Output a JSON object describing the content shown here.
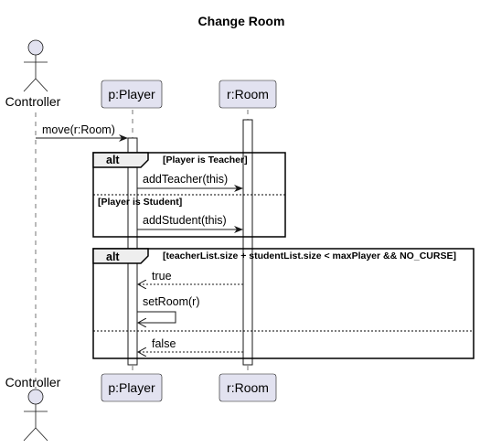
{
  "title": "Change Room",
  "participants": {
    "controller": "Controller",
    "player": "p:Player",
    "room": "r:Room"
  },
  "messages": {
    "move": "move(r:Room)",
    "add_teacher": "addTeacher(this)",
    "add_student": "addStudent(this)",
    "true_return": "true",
    "set_room": "setRoom(r)",
    "false_return": "false"
  },
  "fragments": {
    "alt1": {
      "keyword": "alt",
      "guard1": "[Player is Teacher]",
      "guard2": "[Player is Student]"
    },
    "alt2": {
      "keyword": "alt",
      "guard1": "[teacherList.size + studentList.size < maxPlayer && NO_CURSE]"
    }
  },
  "colors": {
    "participant_fill": "#E2E2F0",
    "line": "#181818",
    "tab_fill": "#EEEEEE"
  }
}
